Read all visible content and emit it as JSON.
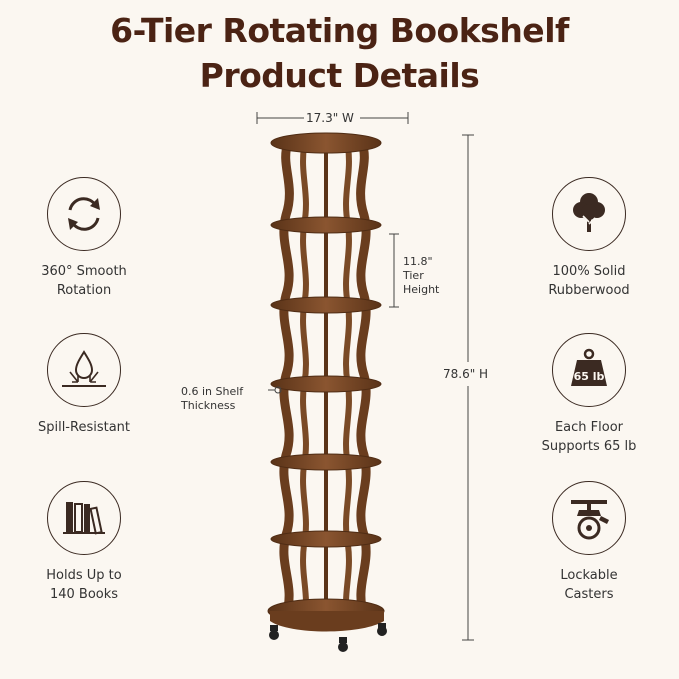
{
  "title": {
    "line1": "6-Tier Rotating Bookshelf",
    "line2": "Product Details"
  },
  "features_left": [
    {
      "icon": "rotation-arrows-icon",
      "line1": "360° Smooth",
      "line2": "Rotation"
    },
    {
      "icon": "water-drop-icon",
      "line1": "Spill-Resistant",
      "line2": ""
    },
    {
      "icon": "books-icon",
      "line1": "Holds Up to",
      "line2": "140 Books"
    }
  ],
  "features_right": [
    {
      "icon": "tree-icon",
      "line1": "100% Solid",
      "line2": "Rubberwood"
    },
    {
      "icon": "weight-icon",
      "line1": "Each Floor",
      "line2": "Supports 65 lb",
      "weight_label": "65 lb"
    },
    {
      "icon": "caster-wheel-icon",
      "line1": "Lockable",
      "line2": "Casters"
    }
  ],
  "dimensions": {
    "width": "17.3\" W",
    "height": "78.6\" H",
    "tier_value": "11.8\"",
    "tier_line1": "Tier",
    "tier_line2": "Height",
    "shelf_line1": "0.6 in Shelf",
    "shelf_line2": "Thickness"
  },
  "colors": {
    "title": "#4b2314",
    "wood": "#7a4a26",
    "wood_dark": "#4f2c14",
    "icon_stroke": "#3b2a22",
    "background": "#fbf7f1"
  }
}
